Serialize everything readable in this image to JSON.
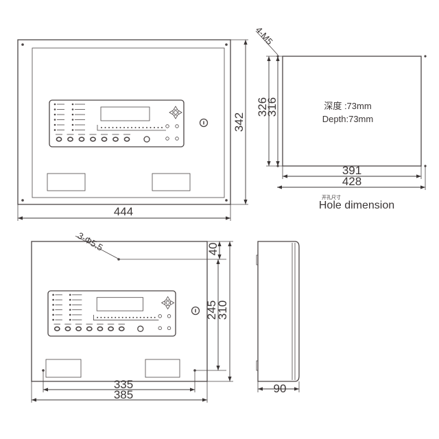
{
  "front_view": {
    "width_label": "444",
    "height_label": "342"
  },
  "hole_view": {
    "screw_label": "4-M5",
    "outer_height_label": "326",
    "inner_height_label": "316",
    "inner_width_label": "391",
    "outer_width_label": "428",
    "depth_cn": "深度 :73mm",
    "depth_en": "Depth:73mm",
    "caption_cn": "开孔尺寸",
    "caption_en": "Hole dimension"
  },
  "rear_view": {
    "hole_label": "3-Φ5.5",
    "top_offset_label": "40",
    "hole_spacing_v_label": "245",
    "height_label": "310",
    "hole_spacing_h_label": "335",
    "width_label": "385"
  },
  "side_view": {
    "depth_label": "90"
  },
  "colors": {
    "line": "#4a4444",
    "background": "#ffffff"
  }
}
